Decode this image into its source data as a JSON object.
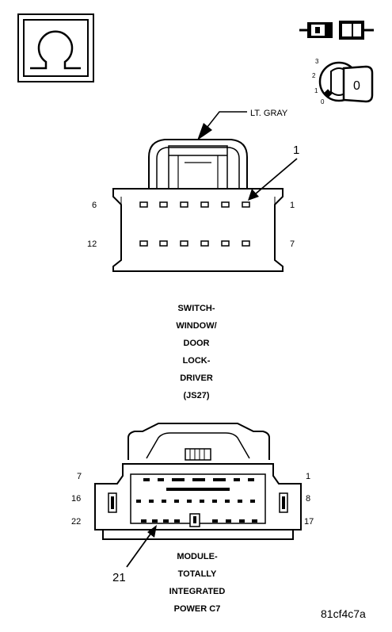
{
  "top_connector": {
    "color_label": "LT. GRAY",
    "callout": "1",
    "pin_labels": {
      "top_left": "6",
      "top_right": "1",
      "bottom_left": "12",
      "bottom_right": "7"
    },
    "name_lines": [
      "SWITCH-",
      "WINDOW/",
      "DOOR",
      "LOCK-",
      "DRIVER",
      "(JS27)"
    ]
  },
  "ignition_key": {
    "positions": [
      "3",
      "2",
      "1",
      "0"
    ],
    "key_label": "0"
  },
  "bottom_connector": {
    "callout": "21",
    "pin_labels": {
      "row1_left": "7",
      "row1_right": "1",
      "row2_left": "16",
      "row2_right": "8",
      "row3_left": "22",
      "row3_right": "17"
    },
    "name_lines": [
      "MODULE-",
      "TOTALLY",
      "INTEGRATED",
      "POWER C7"
    ]
  },
  "figure_code": "81cf4c7a",
  "icons": [
    "ohm-meter-icon",
    "disconnect-connector-icon",
    "ignition-key-icon"
  ]
}
